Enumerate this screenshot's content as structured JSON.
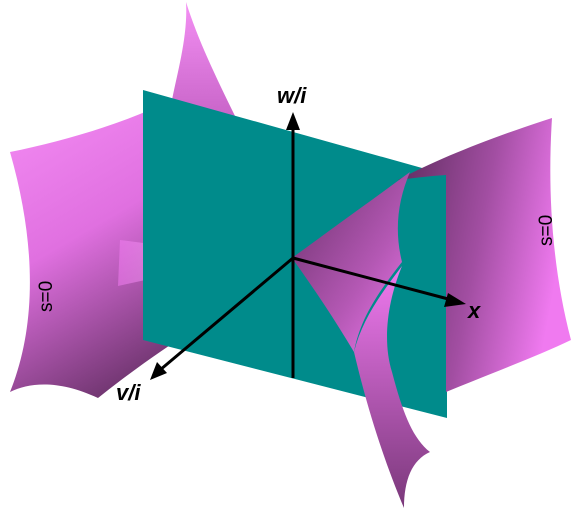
{
  "axes": {
    "vertical": "w/i",
    "diagonal": "v/i",
    "horizontal": "x"
  },
  "surface_labels": {
    "left": "s=0",
    "right": "s=0"
  },
  "colors": {
    "plane": "#008c8c",
    "surface_light": "#f07af0",
    "surface_dark": "#5a2a5a",
    "axis": "#000000"
  }
}
